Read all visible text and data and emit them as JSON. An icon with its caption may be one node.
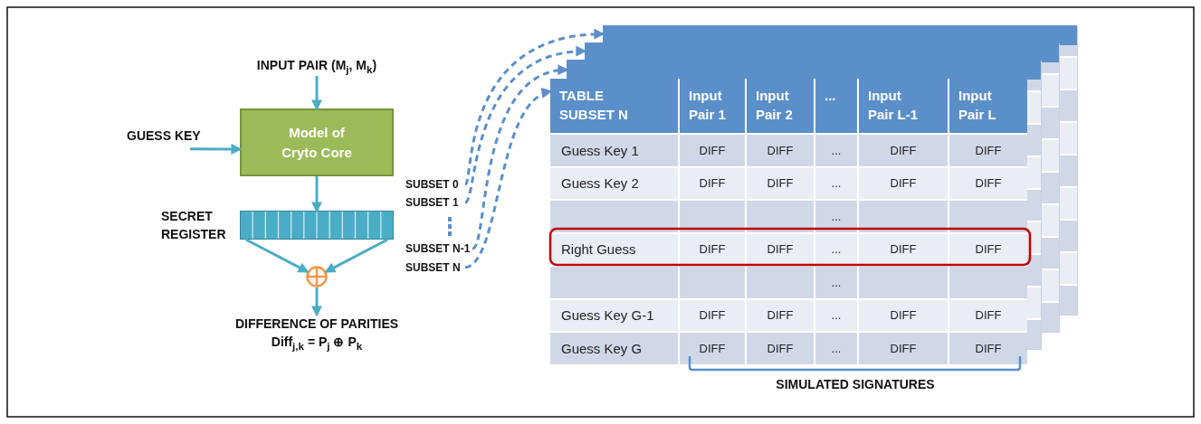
{
  "diagram": {
    "nodes": [
      {
        "text": [
          "INPUT PAIR (M$_{j}$, M$_{k}$)"
        ]
      },
      {
        "text": [
          "GUESS KEY"
        ]
      },
      {
        "text": [
          "Model of Cryto Core"
        ]
      },
      {
        "text": [],
        "shape": "bar",
        "beside": [
          "SECRET REGISTER"
        ]
      },
      {
        "text": [],
        "shape": "circle"
      },
      {
        "text": [
          "DIFFERENCE OF PARITIES",
          "Diff$_{j,k}$ = P$_{j}$ ⊕ P$_{k}$"
        ]
      },
      {
        "text": [
          "SUBSET 0"
        ]
      },
      {
        "text": [
          "SUBSET 1"
        ]
      },
      {
        "text": [
          "SUBSET N-1"
        ]
      },
      {
        "text": [
          "SUBSET N"
        ]
      },
      {
        "text": [],
        "shape": "box"
      },
      {
        "text": [],
        "shape": "box"
      },
      {
        "text": [],
        "shape": "box"
      },
      {
        "text": [],
        "shape": "box"
      }
    ],
    "edges": [
      {
        "from": 0,
        "to": 2,
        "arrow": "to"
      },
      {
        "from": 1,
        "to": 2,
        "arrow": "to"
      },
      {
        "from": 2,
        "to": 3,
        "arrow": "to"
      },
      {
        "from": 3,
        "to": 4,
        "arrow": "to"
      },
      {
        "from": 3,
        "to": 4,
        "arrow": "to"
      },
      {
        "from": 4,
        "to": 5,
        "arrow": "to"
      },
      {
        "from": 6,
        "to": 10,
        "arrow": "to",
        "style": "dashed",
        "color": "#5b8fc9"
      },
      {
        "from": 7,
        "to": 11,
        "arrow": "to",
        "style": "dashed",
        "color": "#5b8fc9"
      },
      {
        "from": 8,
        "to": 12,
        "arrow": "to",
        "style": "dashed",
        "color": "#5b8fc9"
      },
      {
        "from": 9,
        "to": 13,
        "arrow": "to",
        "style": "dashed",
        "color": "#5b8fc9"
      }
    ],
    "labels": [
      "TABLE SUBSET N",
      "Input Pair 1",
      "Input Pair 2",
      "...",
      "Input Pair L-1",
      "Input Pair L",
      "Guess Key 1",
      "DIFF",
      "DIFF",
      "...",
      "DIFF",
      "DIFF",
      "Guess Key 2",
      "DIFF",
      "DIFF",
      "...",
      "DIFF",
      "DIFF",
      "...",
      "Right Guess",
      "DIFF",
      "DIFF",
      "...",
      "DIFF",
      "DIFF",
      "...",
      "Guess Key G-1",
      "DIFF",
      "DIFF",
      "...",
      "DIFF",
      "DIFF",
      "Guess Key G",
      "DIFF",
      "DIFF",
      "...",
      "DIFF",
      "DIFF",
      "SIMULATED SIGNATURES"
    ]
  }
}
